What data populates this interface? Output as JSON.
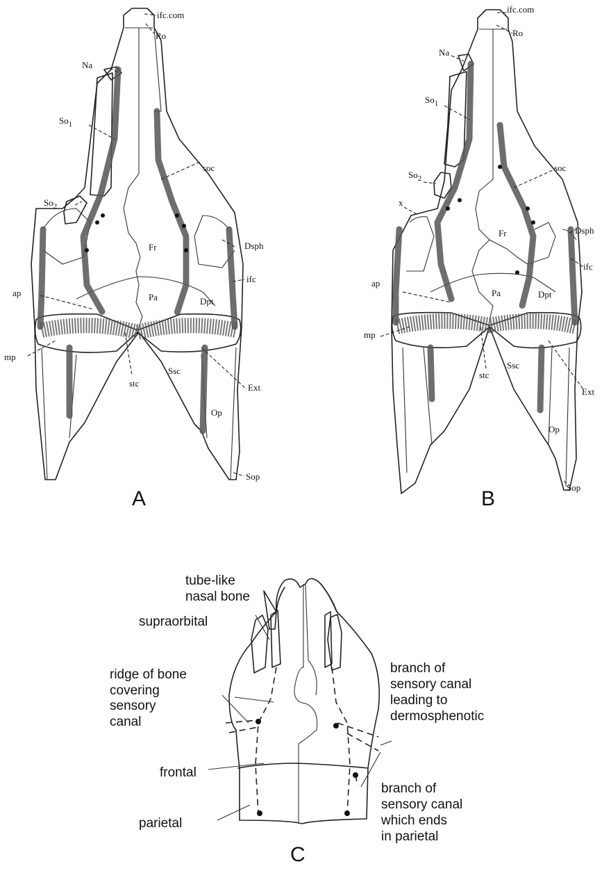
{
  "panelA": {
    "letter": "A",
    "labels": {
      "ifc_com": "ifc.com",
      "ro": "Ro",
      "na": "Na",
      "so1": "So",
      "so1_sub": "1",
      "soc": "soc",
      "so2": "So",
      "so2_sub": "2",
      "fr": "Fr",
      "dsph": "Dsph",
      "ifc": "ifc",
      "ap": "ap",
      "pa": "Pa",
      "dpt": "Dpt",
      "mp": "mp",
      "ssc": "Ssc",
      "stc": "stc",
      "ext": "Ext",
      "op": "Op",
      "sop": "Sop"
    }
  },
  "panelB": {
    "letter": "B",
    "labels": {
      "ifc_com": "ifc.com",
      "ro": "Ro",
      "na": "Na",
      "so1": "So",
      "so1_sub": "1",
      "soc": "soc",
      "so2": "So",
      "so2_sub": "2",
      "x": "x",
      "fr": "Fr",
      "dsph": "Dsph",
      "ifc": "ifc",
      "ap": "ap",
      "pa": "Pa",
      "dpt": "Dpt",
      "mp": "mp",
      "ssc": "Ssc",
      "stc": "stc",
      "ext": "Ext",
      "op": "Op",
      "sop": "Sop"
    }
  },
  "panelC": {
    "letter": "C",
    "labels": {
      "nasal_1": "tube-like",
      "nasal_2": "nasal bone",
      "supraorbital": "supraorbital",
      "ridge_1": "ridge of bone",
      "ridge_2": "covering",
      "ridge_3": "sensory",
      "ridge_4": "canal",
      "frontal": "frontal",
      "parietal": "parietal",
      "branch_d_1": "branch of",
      "branch_d_2": "sensory canal",
      "branch_d_3": "leading to",
      "branch_d_4": "dermosphenotic",
      "branch_p_1": "branch of",
      "branch_p_2": "sensory canal",
      "branch_p_3": "which ends",
      "branch_p_4": "in parietal"
    }
  }
}
